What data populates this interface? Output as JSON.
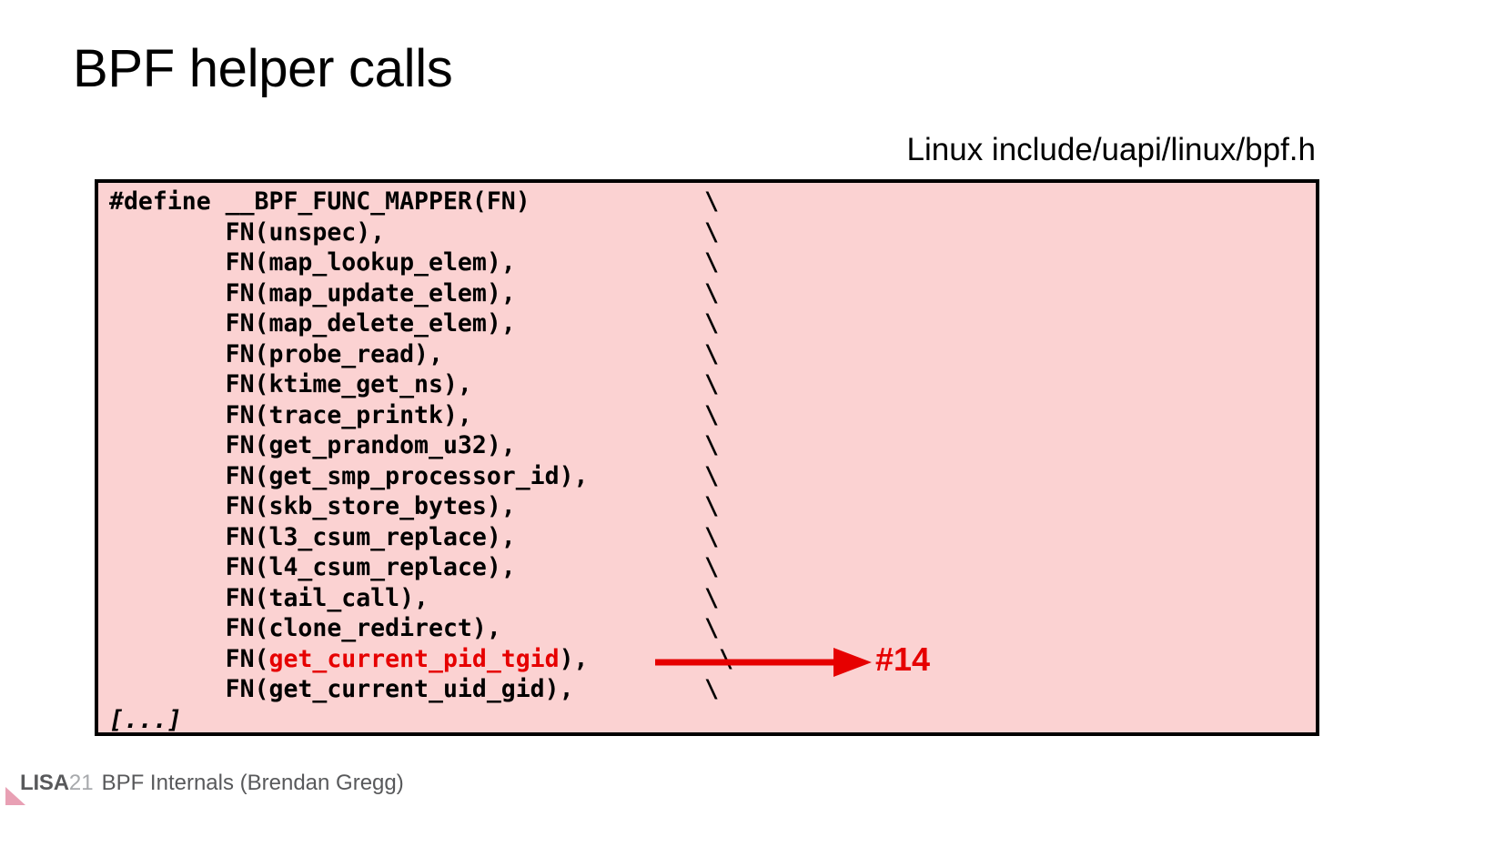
{
  "slide": {
    "title": "BPF helper calls",
    "source_caption": "Linux include/uapi/linux/bpf.h"
  },
  "code": {
    "language": "c",
    "background_color": "#fbd2d2",
    "border_color": "#000000",
    "highlight_color": "#e60000",
    "lines": [
      {
        "text": "#define __BPF_FUNC_MAPPER(FN)            \\"
      },
      {
        "text": "        FN(unspec),                      \\"
      },
      {
        "text": "        FN(map_lookup_elem),             \\"
      },
      {
        "text": "        FN(map_update_elem),             \\"
      },
      {
        "text": "        FN(map_delete_elem),             \\"
      },
      {
        "text": "        FN(probe_read),                  \\"
      },
      {
        "text": "        FN(ktime_get_ns),                \\"
      },
      {
        "text": "        FN(trace_printk),                \\"
      },
      {
        "text": "        FN(get_prandom_u32),             \\"
      },
      {
        "text": "        FN(get_smp_processor_id),        \\"
      },
      {
        "text": "        FN(skb_store_bytes),             \\"
      },
      {
        "text": "        FN(l3_csum_replace),             \\"
      },
      {
        "text": "        FN(l4_csum_replace),             \\"
      },
      {
        "text": "        FN(tail_call),                   \\"
      },
      {
        "text": "        FN(clone_redirect),              \\"
      },
      {
        "prefix": "        FN(",
        "highlight": "get_current_pid_tgid",
        "suffix": "),         \\"
      },
      {
        "text": "        FN(get_current_uid_gid),         \\"
      },
      {
        "text": "[...]",
        "italic": true
      }
    ]
  },
  "annotation": {
    "label": "#14",
    "color": "#e60000",
    "shape": "arrow-right"
  },
  "footer": {
    "brand": "LISA",
    "year": "21",
    "text": "BPF Internals (Brendan Gregg)",
    "mark_color": "#e8a0b4"
  }
}
